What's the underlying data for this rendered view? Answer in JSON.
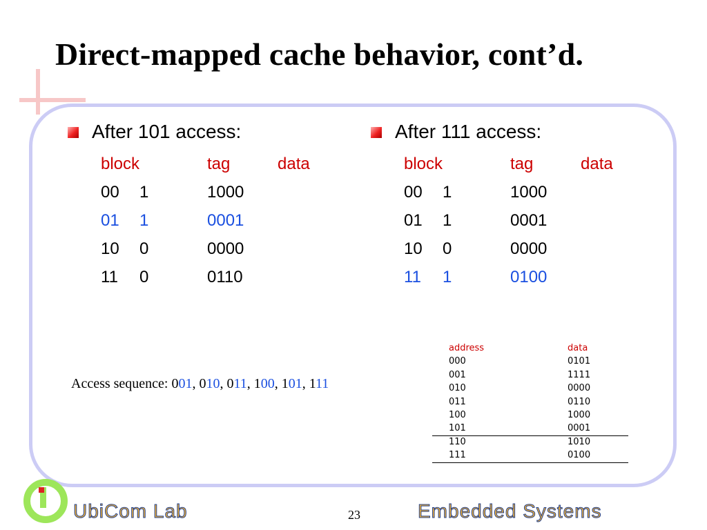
{
  "title": "Direct-mapped cache behavior, cont’d.",
  "left": {
    "heading": "After 101 access:",
    "headers": {
      "block": "block",
      "tag": "tag",
      "data": "data"
    },
    "rows": [
      {
        "block": "00",
        "valid": "1",
        "tag": "1000"
      },
      {
        "block": "01",
        "valid": "1",
        "tag": "0001"
      },
      {
        "block": "10",
        "valid": "0",
        "tag": "0000"
      },
      {
        "block": "11",
        "valid": "0",
        "tag": "0110"
      }
    ],
    "highlight_row": 1
  },
  "right": {
    "heading": "After 111 access:",
    "headers": {
      "block": "block",
      "tag": "tag",
      "data": "data"
    },
    "rows": [
      {
        "block": "00",
        "valid": "1",
        "tag": "1000"
      },
      {
        "block": "01",
        "valid": "1",
        "tag": "0001"
      },
      {
        "block": "10",
        "valid": "0",
        "tag": "0000"
      },
      {
        "block": "11",
        "valid": "1",
        "tag": "0100"
      }
    ],
    "highlight_row": 3
  },
  "access_sequence": {
    "label": "Access sequence: ",
    "items": [
      {
        "tag": "0",
        "index": "01",
        "sep": ", "
      },
      {
        "tag": "0",
        "index": "10",
        "sep": ", "
      },
      {
        "tag": "0",
        "index": "11",
        "sep": ", "
      },
      {
        "tag": "1",
        "index": "00",
        "sep": ", "
      },
      {
        "tag": "1",
        "index": "01",
        "sep": ", "
      },
      {
        "tag": "1",
        "index": "11",
        "sep": ""
      }
    ]
  },
  "memory": {
    "headers": {
      "address": "address",
      "data": "data"
    },
    "rows": [
      {
        "address": "000",
        "data": "0101"
      },
      {
        "address": "001",
        "data": "1111"
      },
      {
        "address": "010",
        "data": "0000"
      },
      {
        "address": "011",
        "data": "0110"
      },
      {
        "address": "100",
        "data": "1000"
      },
      {
        "address": "101",
        "data": "0001"
      },
      {
        "address": "110",
        "data": "1010"
      },
      {
        "address": "111",
        "data": "0100"
      }
    ]
  },
  "footer": {
    "left": "UbiCom Lab",
    "right": "Embedded Systems",
    "page": "23"
  },
  "colors": {
    "header": "#cc0000",
    "highlight": "#1a4fe0",
    "frame": "#ccccf5"
  }
}
